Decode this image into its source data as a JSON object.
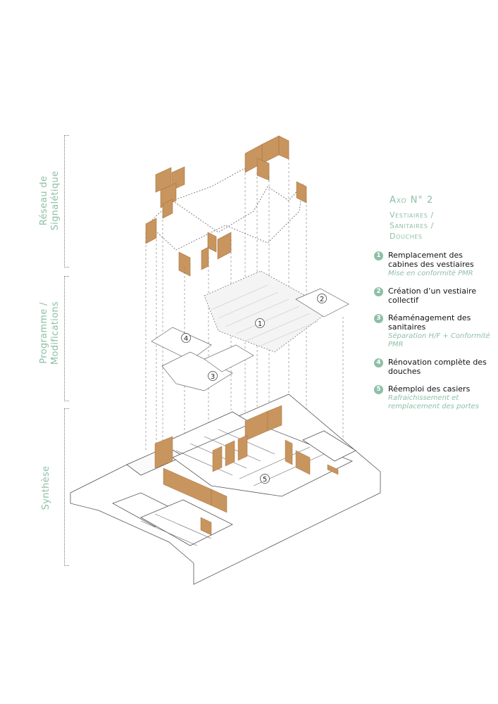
{
  "colors": {
    "accent": "#8dbfa6",
    "wood": "#c8955f",
    "wood_dark": "#a8743f",
    "line": "#555555"
  },
  "side_labels": {
    "reseau": [
      "Réseau de",
      "Signalétique"
    ],
    "programme": [
      "Programme /",
      "Modifications"
    ],
    "synthese": "Synthèse"
  },
  "title": {
    "main": "Axo N° 2",
    "sub": [
      "Vestiaires /",
      "Sanitaires /",
      "Douches"
    ]
  },
  "legend": [
    {
      "num": "1",
      "title": "Remplacement des cabines des vestiaires",
      "note": "Mise en conformité PMR"
    },
    {
      "num": "2",
      "title": "Création d’un vestiaire collectif",
      "note": ""
    },
    {
      "num": "3",
      "title": "Réaménagement des sanitaires",
      "note": "Séparation H/F + Conformité PMR"
    },
    {
      "num": "4",
      "title": "Rénovation complète des douches",
      "note": ""
    },
    {
      "num": "5",
      "title": "Réemploi des casiers",
      "note": "Rafraichissement et remplacement des portes"
    }
  ],
  "zone_markers": [
    "1",
    "2",
    "3",
    "4",
    "5"
  ]
}
